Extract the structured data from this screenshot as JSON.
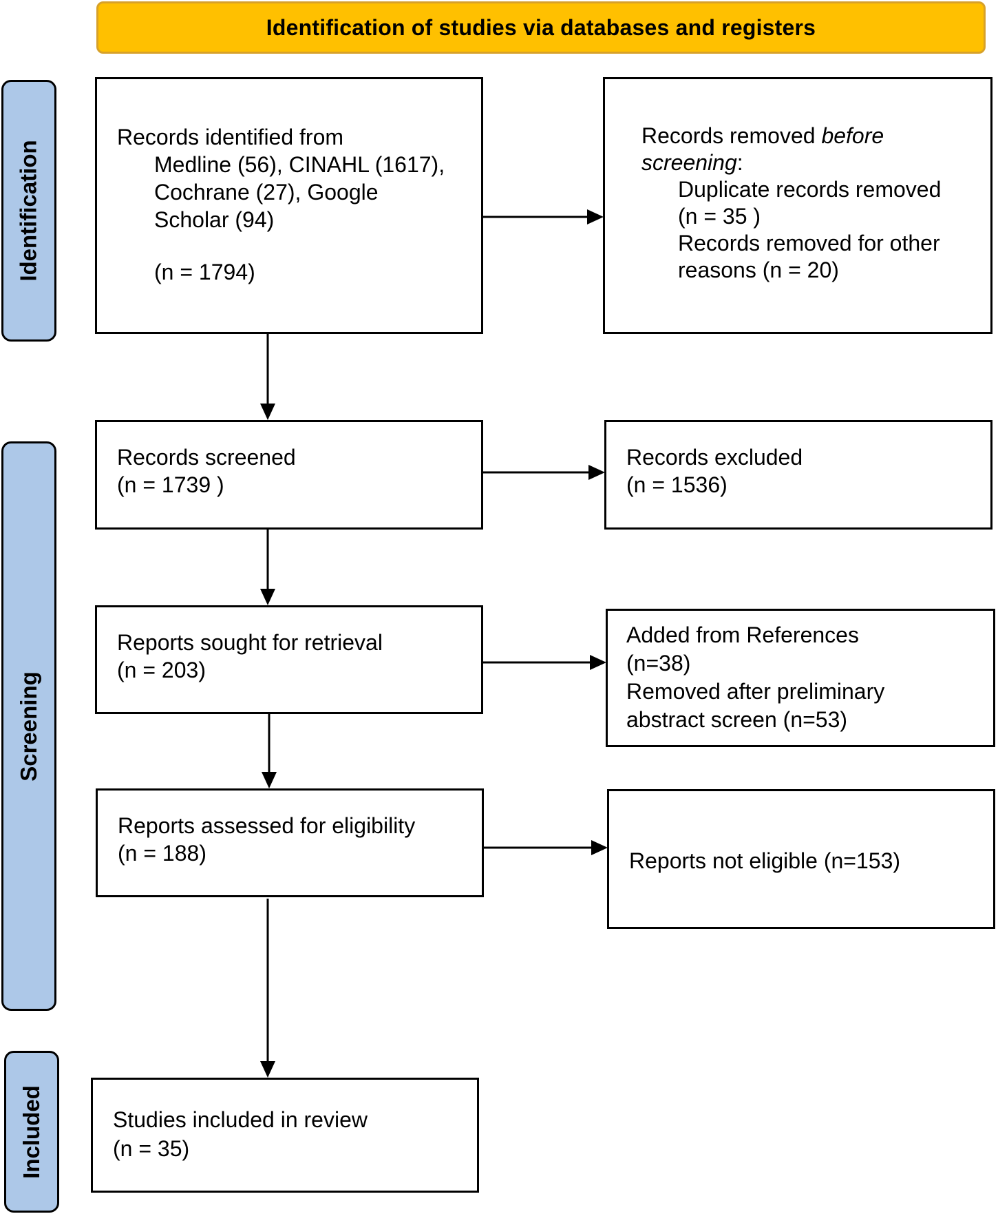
{
  "colors": {
    "banner_fill": "#ffc000",
    "banner_border": "#d7a12a",
    "phase_fill": "#adc8e8",
    "box_border": "#000000"
  },
  "header": {
    "title": "Identification of studies via databases and registers"
  },
  "phases": {
    "identification": "Identification",
    "screening": "Screening",
    "included": "Included"
  },
  "identified": {
    "line1": "Records identified from",
    "line2": "Medline (56), CINAHL (1617),",
    "line3": "Cochrane (27), Google",
    "line4": "Scholar (94)",
    "count": "(n = 1794)"
  },
  "removed_before": {
    "label_pre": "Records removed ",
    "label_emph1": "before",
    "label_emph2": "screening",
    "label_post": ":",
    "duplicates": "Duplicate records removed",
    "duplicates_count": "(n = 35 )",
    "other_line1": "Records removed for other",
    "other_line2": "reasons (n = 20)"
  },
  "screened": {
    "label": "Records screened",
    "count": "(n = 1739 )"
  },
  "excluded": {
    "label": "Records excluded",
    "count": "(n = 1536)"
  },
  "sought": {
    "label": "Reports sought for retrieval",
    "count": "(n = 203)"
  },
  "added_removed": {
    "line1": "Added from References",
    "line2": "(n=38)",
    "line3": "Removed after preliminary",
    "line4": "abstract screen (n=53)"
  },
  "assessed": {
    "label": "Reports assessed for eligibility",
    "count": "(n = 188)"
  },
  "not_eligible": {
    "label": "Reports not eligible (n=153)"
  },
  "included_studies": {
    "label": "Studies included in review",
    "count": "(n = 35)"
  }
}
